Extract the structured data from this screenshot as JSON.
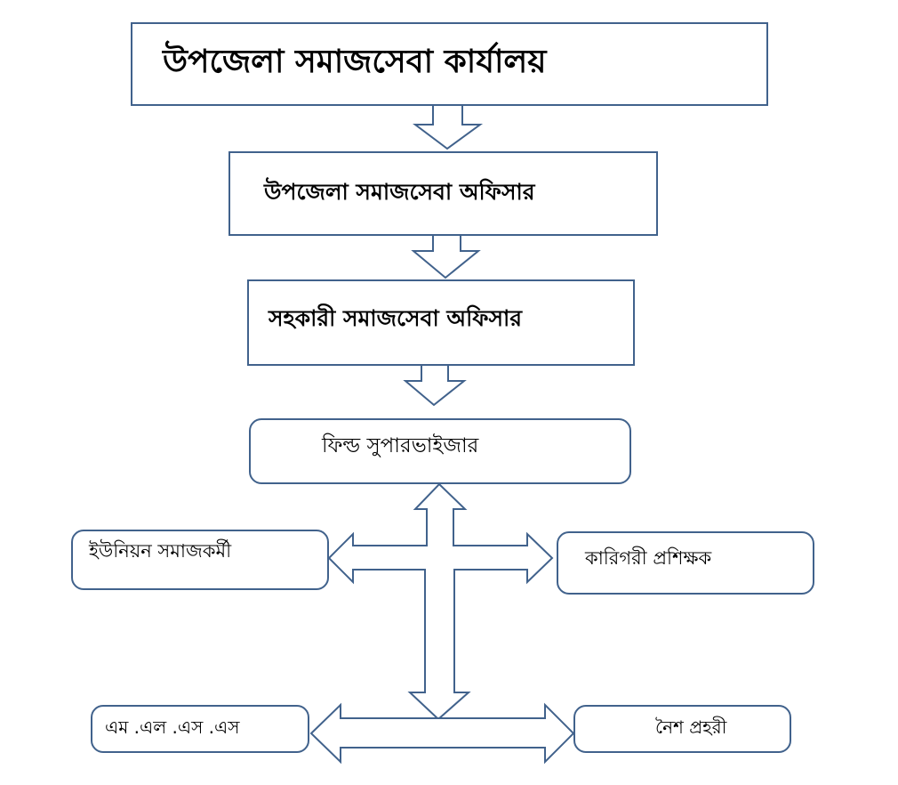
{
  "title": "উপজেলা সমাজসেবা কার্যালয়",
  "nodes": {
    "officer": "উপজেলা সমাজসেবা অফিসার",
    "assistant_officer": "সহকারী সমাজসেবা অফিসার",
    "field_supervisor": "ফিল্ড সুপারভাইজার",
    "union_social_worker": "ইউনিয়ন সমাজকর্মী",
    "technical_trainer": "কারিগরী প্রশিক্ষক",
    "mlss": "এম .এল .এস .এস",
    "night_guard": "নৈশ প্রহরী"
  },
  "colors": {
    "stroke": "#41628c"
  }
}
